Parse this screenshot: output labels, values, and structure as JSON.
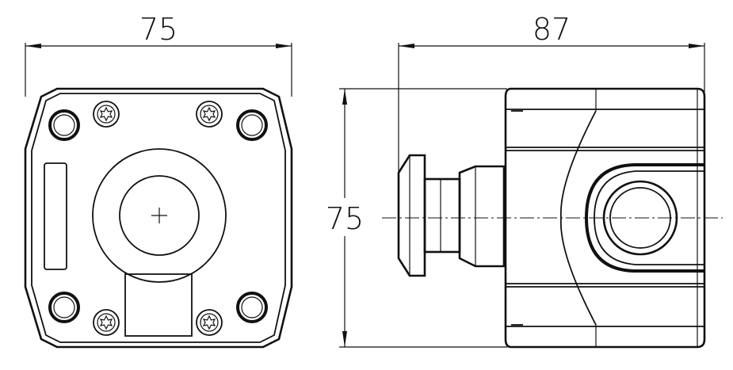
{
  "dimensions": {
    "front_width": "75",
    "side_depth": "87",
    "side_height": "75"
  },
  "colors": {
    "line": "#111111",
    "background": "#ffffff"
  }
}
